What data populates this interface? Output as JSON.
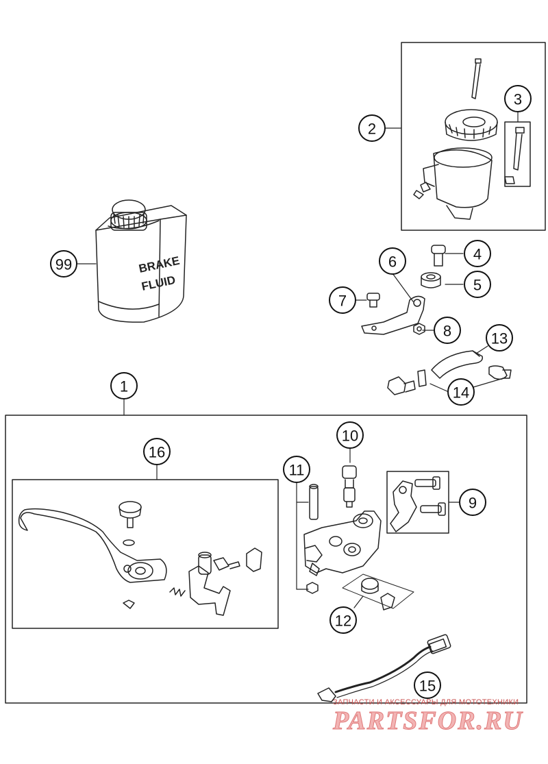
{
  "callouts": [
    {
      "id": "1",
      "label": "1"
    },
    {
      "id": "2",
      "label": "2"
    },
    {
      "id": "3",
      "label": "3"
    },
    {
      "id": "4",
      "label": "4"
    },
    {
      "id": "5",
      "label": "5"
    },
    {
      "id": "6",
      "label": "6"
    },
    {
      "id": "7",
      "label": "7"
    },
    {
      "id": "8",
      "label": "8"
    },
    {
      "id": "9",
      "label": "9"
    },
    {
      "id": "10",
      "label": "10"
    },
    {
      "id": "11",
      "label": "11"
    },
    {
      "id": "12",
      "label": "12"
    },
    {
      "id": "13",
      "label": "13"
    },
    {
      "id": "14",
      "label": "14"
    },
    {
      "id": "15",
      "label": "15"
    },
    {
      "id": "16",
      "label": "16"
    },
    {
      "id": "99",
      "label": "99"
    }
  ],
  "bottle": {
    "line1": "BRAKE",
    "line2": "FLUID"
  },
  "watermark": {
    "tagline": "ЗАПЧАСТИ И АКСЕССУАРЫ ДЛЯ МОТОТЕХНИКИ",
    "brand": "PARTSFOR.RU"
  }
}
